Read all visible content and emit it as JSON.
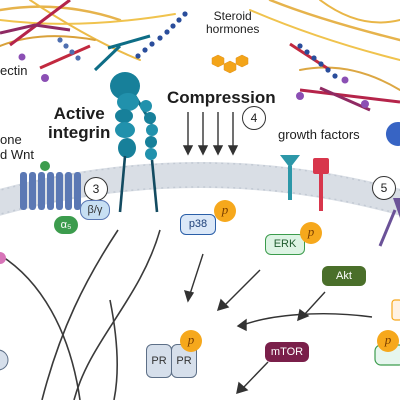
{
  "labels": {
    "steroid": "Steroid\nhormones",
    "compression": "Compression",
    "active_integrin": "Active\nintegrin",
    "growth_factors": "growth factors",
    "ectin": "ectin",
    "left_cut": "one\nd Wnt"
  },
  "steps": {
    "s3": "3",
    "s4": "4",
    "s5": "5"
  },
  "proteins": {
    "p38": "p38",
    "erk": "ERK",
    "akt": "Akt",
    "mtor": "mTOR",
    "pr1": "PR",
    "pr2": "PR",
    "alpha": "α₅",
    "beta": "β/γ",
    "phospho": "p"
  },
  "colors": {
    "membrane": "#d5dbe3",
    "receptor": "#5b78b4",
    "teal": "#1a8aa4",
    "akt": "#4a6f2a",
    "mtor": "#7a1f4a",
    "phospho": "#f6a81c",
    "gfReceptorTeal": "#2c97a8",
    "gfReceptorRed": "#d8364c"
  }
}
